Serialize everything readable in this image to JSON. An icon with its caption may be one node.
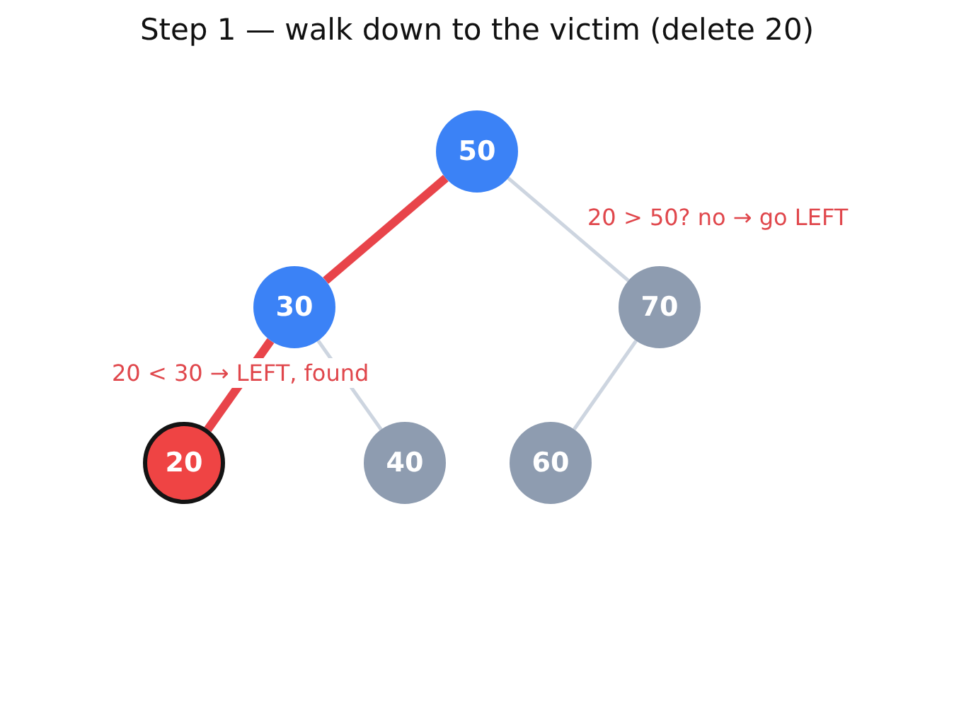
{
  "diagram": {
    "title": "Step 1 — walk down to the victim (delete 20)",
    "nodes": [
      {
        "text": [
          "50"
        ]
      },
      {
        "text": [
          "30"
        ]
      },
      {
        "text": [
          "70"
        ]
      },
      {
        "text": [
          "20"
        ]
      },
      {
        "text": [
          "40"
        ]
      },
      {
        "text": [
          "60"
        ]
      }
    ],
    "edges": [
      {
        "from": 0,
        "to": 1,
        "arrow": "none",
        "style": "thick",
        "color": "#e8444a"
      },
      {
        "from": 0,
        "to": 2,
        "arrow": "none"
      },
      {
        "from": 1,
        "to": 3,
        "arrow": "none",
        "style": "thick",
        "color": "#e8444a",
        "label": "20 < 30 → LEFT, found"
      },
      {
        "from": 1,
        "to": 4,
        "arrow": "none"
      },
      {
        "from": 2,
        "to": 5,
        "arrow": "none"
      }
    ],
    "labels": [
      "20 > 50? no → go LEFT"
    ]
  }
}
